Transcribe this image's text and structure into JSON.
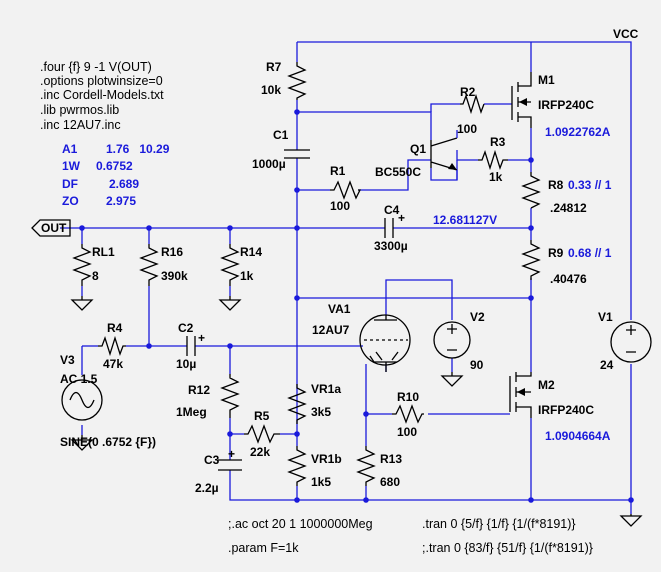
{
  "directives": {
    "four": ".four {f} 9 -1 V(OUT)",
    "options": ".options plotwinsize=0",
    "inc_models": ".inc Cordell-Models.txt",
    "lib": ".lib pwrmos.lib",
    "inc_tube": ".inc 12AU7.inc",
    "ac": ";.ac oct 20 1 1000000Meg",
    "param": ".param F=1k",
    "tran1": ".tran 0 {5/f} {1/f} {1/(f*8191)}",
    "tran2": ";.tran 0 {83/f} {51/f} {1/(f*8191)}"
  },
  "measurements": [
    {
      "label": "A1",
      "value": "1.76   10.29"
    },
    {
      "label": "1W",
      "value": "0.6752"
    },
    {
      "label": "DF",
      "value": "2.689"
    },
    {
      "label": "ZO",
      "value": "2.975"
    }
  ],
  "net_labels": {
    "vcc": "VCC",
    "out": "OUT"
  },
  "operating_point": {
    "m1_current": "1.0922762A",
    "m2_current": "1.0904664A",
    "out_voltage": "12.681127V",
    "r8_ratio": "0.33 // 1",
    "r9_ratio": "0.68 // 1"
  },
  "components": {
    "R7": {
      "ref": "R7",
      "value": "10k"
    },
    "C1": {
      "ref": "C1",
      "value": "1000µ"
    },
    "R1": {
      "ref": "R1",
      "value": "100"
    },
    "R2": {
      "ref": "R2",
      "value": "100"
    },
    "R3": {
      "ref": "R3",
      "value": "1k"
    },
    "Q1": {
      "ref": "Q1",
      "value": "BC550C"
    },
    "M1": {
      "ref": "M1",
      "value": "IRFP240C"
    },
    "R8": {
      "ref": "R8",
      "value": ".24812"
    },
    "C4": {
      "ref": "C4",
      "value": "3300µ"
    },
    "R9": {
      "ref": "R9",
      "value": ".40476"
    },
    "RL1": {
      "ref": "RL1",
      "value": "8"
    },
    "R16": {
      "ref": "R16",
      "value": "390k"
    },
    "R14": {
      "ref": "R14",
      "value": "1k"
    },
    "VA1": {
      "ref": "VA1",
      "value": "12AU7"
    },
    "V2": {
      "ref": "V2",
      "value": "90"
    },
    "V1": {
      "ref": "V1",
      "value": "24"
    },
    "R4": {
      "ref": "R4",
      "value": "47k"
    },
    "C2": {
      "ref": "C2",
      "value": "10µ"
    },
    "V3": {
      "ref": "V3",
      "value": "AC 1.5",
      "wave": "SINE(0 .6752 {F})"
    },
    "R12": {
      "ref": "R12",
      "value": "1Meg"
    },
    "R5": {
      "ref": "R5",
      "value": "22k"
    },
    "C3": {
      "ref": "C3",
      "value": "2.2µ"
    },
    "VR1a": {
      "ref": "VR1a",
      "value": "3k5"
    },
    "VR1b": {
      "ref": "VR1b",
      "value": "1k5"
    },
    "R10": {
      "ref": "R10",
      "value": "100"
    },
    "R13": {
      "ref": "R13",
      "value": "680"
    },
    "M2": {
      "ref": "M2",
      "value": "IRFP240C"
    }
  },
  "pin_marks": {
    "plus": "+"
  }
}
